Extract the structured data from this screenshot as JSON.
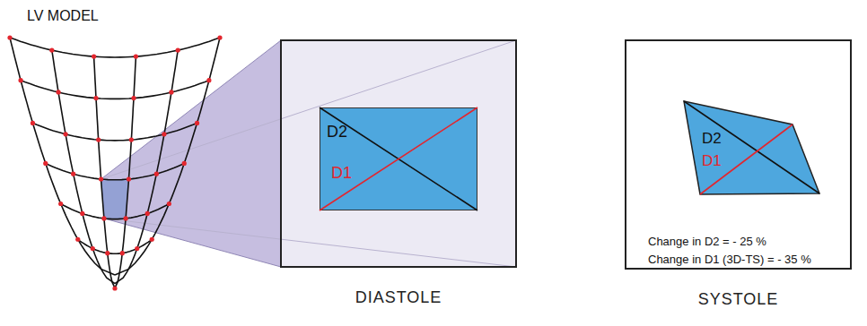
{
  "diagram": {
    "nodes": [
      {
        "text": [
          "DIASTOLE"
        ]
      },
      {
        "text": [
          "D2",
          "D1"
        ],
        "in": 0
      },
      {
        "text": [
          "SYSTOLE",
          "Change in D2 = - 25 %",
          "Change in D1 (3D-TS) = - 35 %"
        ]
      },
      {
        "text": [
          "D2",
          "D1"
        ],
        "in": 2
      }
    ],
    "labels": [
      "LV MODEL"
    ]
  }
}
